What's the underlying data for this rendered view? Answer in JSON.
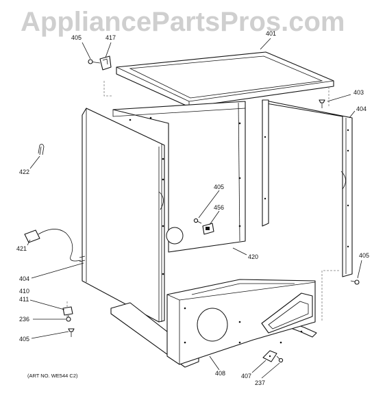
{
  "watermark": "AppliancePartsPros.com",
  "art_number": "(ART NO. WE544 C2)",
  "callouts": {
    "c405a": "405",
    "c417": "417",
    "c401": "401",
    "c403": "403",
    "c404a": "404",
    "c422": "422",
    "c405b": "405",
    "c456": "456",
    "c421": "421",
    "c420": "420",
    "c404b": "404",
    "c405c": "405",
    "c410": "410",
    "c411": "411",
    "c236": "236",
    "c405d": "405",
    "c408": "408",
    "c407": "407",
    "c237": "237"
  }
}
